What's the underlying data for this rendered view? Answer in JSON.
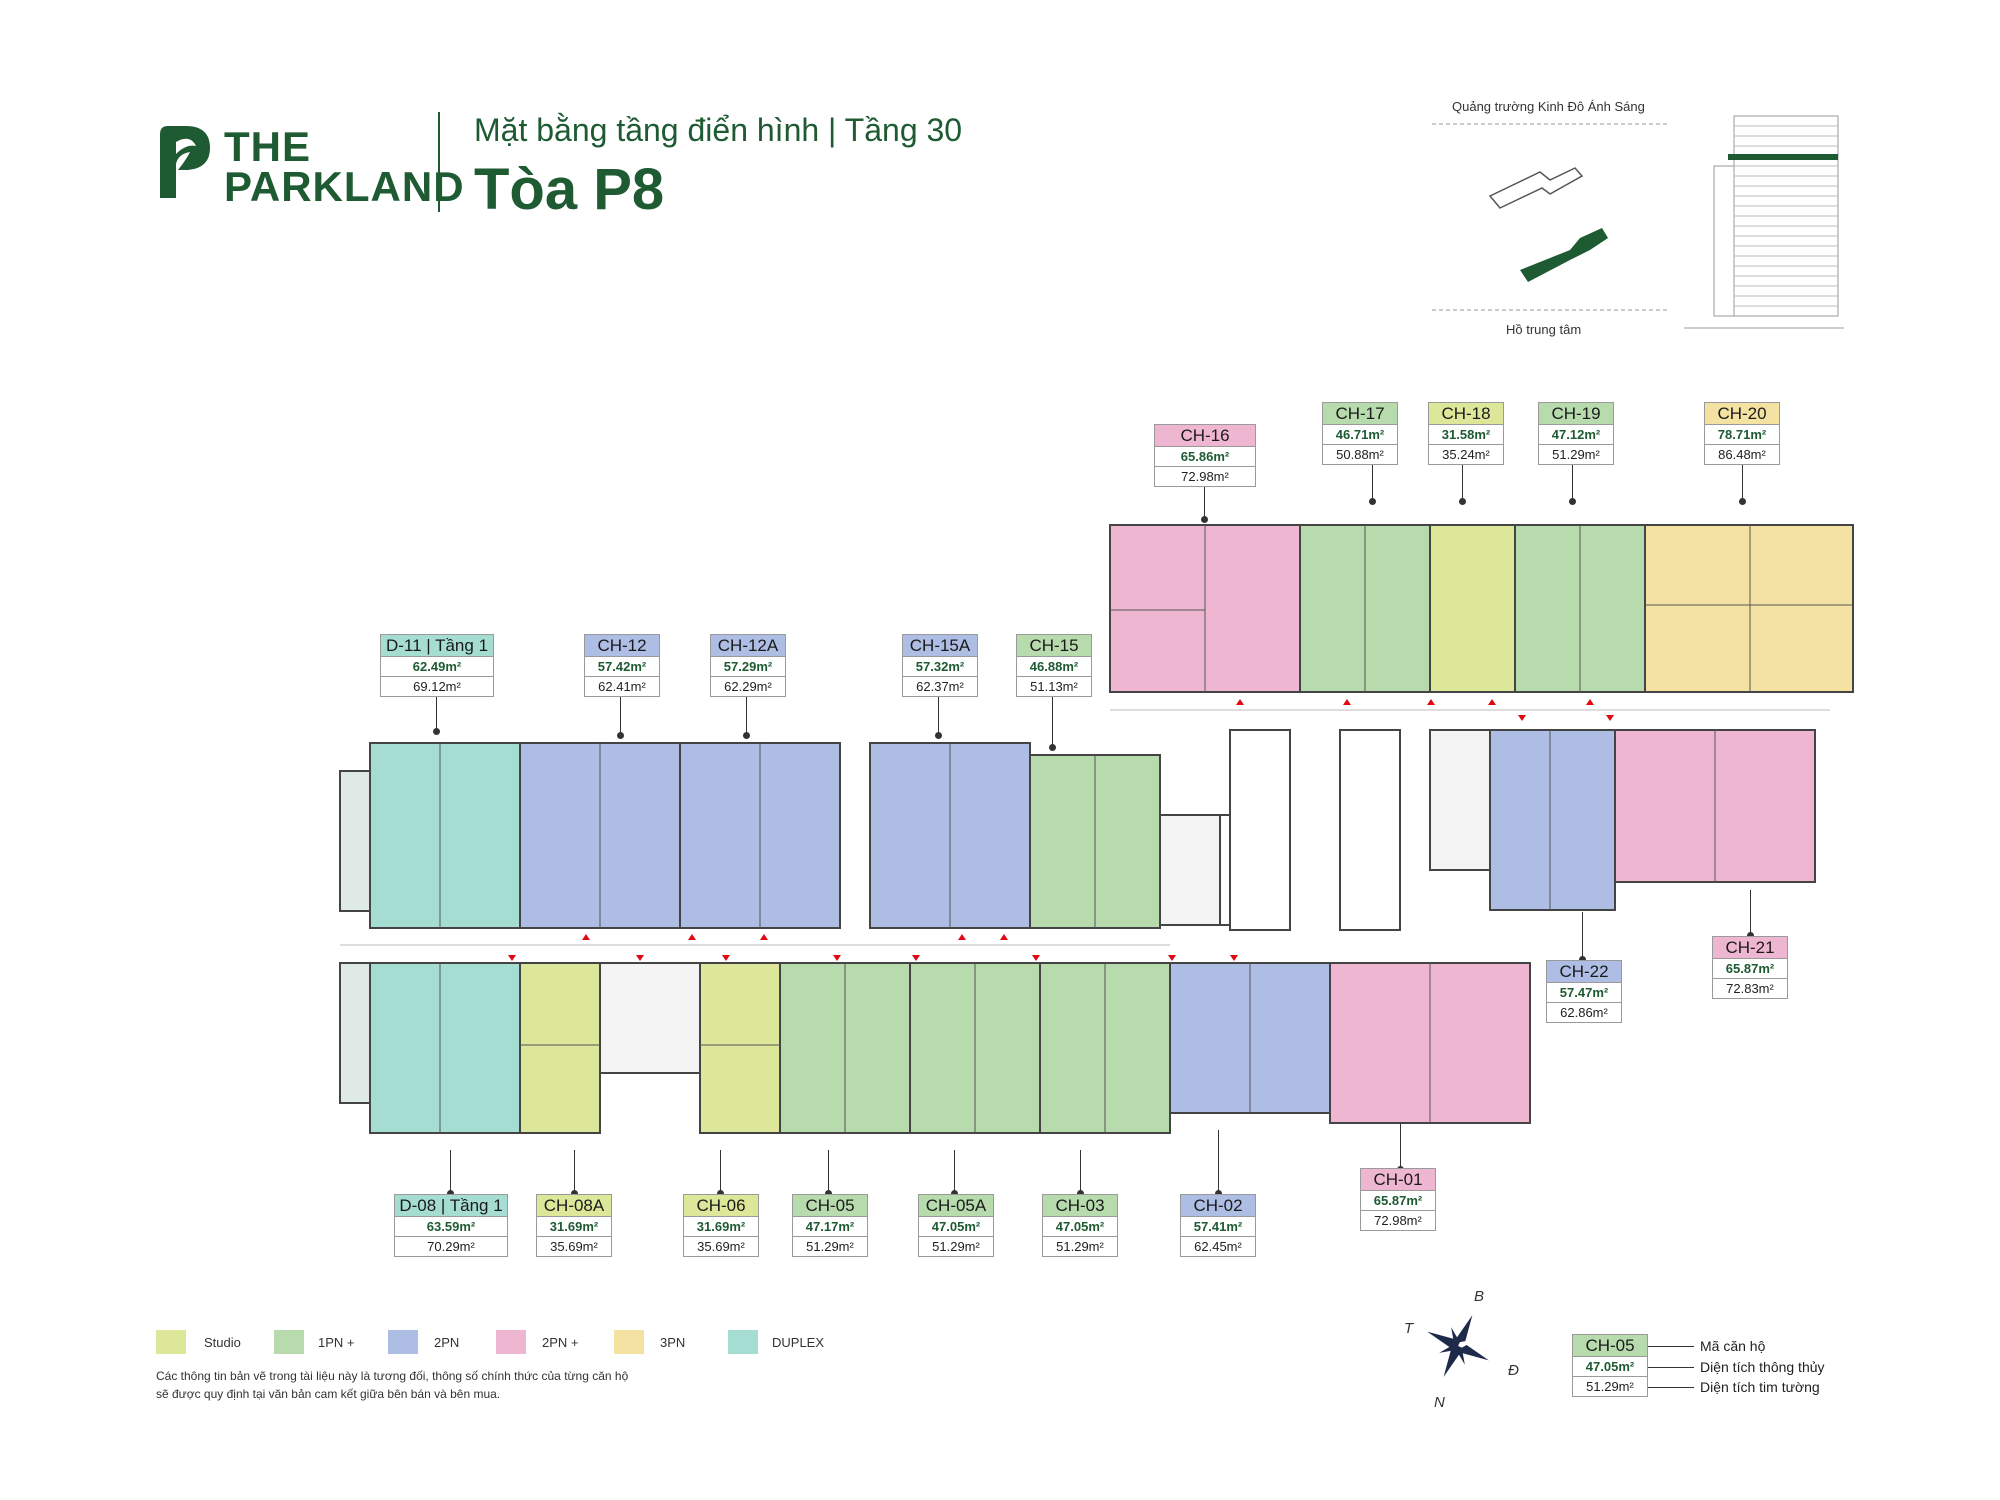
{
  "brand": {
    "line1": "THE",
    "line2": "PARKLAND"
  },
  "header": {
    "subtitle": "Mặt bằng tầng điển hình | Tầng 30",
    "title": "Tòa P8"
  },
  "site_map": {
    "top_label": "Quảng trường Kinh Đô Ánh Sáng",
    "bottom_label": "Hồ trung tâm"
  },
  "colors": {
    "studio": "#dce79a",
    "1pn": "#b7dbad",
    "2pn": "#aebde3",
    "2pn_plus": "#efb6d2",
    "3pn": "#f3e2a2",
    "duplex": "#a6ddd3",
    "brand": "#1e5a32"
  },
  "legend": [
    {
      "label": "Studio",
      "color": "#dce79a"
    },
    {
      "label": "1PN +",
      "color": "#b7dbad"
    },
    {
      "label": "2PN",
      "color": "#aebde3"
    },
    {
      "label": "2PN +",
      "color": "#efb6d2"
    },
    {
      "label": "3PN",
      "color": "#f3e2a2"
    },
    {
      "label": "DUPLEX",
      "color": "#a6ddd3"
    }
  ],
  "note": {
    "line1": "Các thông tin bản vẽ trong tài liệu này là tương đối, thông số chính thức của từng căn hộ",
    "line2": "sẽ được quy định tại văn bản cam kết giữa bên bán và bên mua."
  },
  "units": [
    {
      "code": "CH-16",
      "area_net": "65.86m²",
      "area_gross": "72.98m²",
      "color": "#efb6d2"
    },
    {
      "code": "CH-17",
      "area_net": "46.71m²",
      "area_gross": "50.88m²",
      "color": "#b7dbad"
    },
    {
      "code": "CH-18",
      "area_net": "31.58m²",
      "area_gross": "35.24m²",
      "color": "#dce79a"
    },
    {
      "code": "CH-19",
      "area_net": "47.12m²",
      "area_gross": "51.29m²",
      "color": "#b7dbad"
    },
    {
      "code": "CH-20",
      "area_net": "78.71m²",
      "area_gross": "86.48m²",
      "color": "#f3e2a2"
    },
    {
      "code": "D-11 | Tầng 1",
      "area_net": "62.49m²",
      "area_gross": "69.12m²",
      "color": "#a6ddd3"
    },
    {
      "code": "CH-12",
      "area_net": "57.42m²",
      "area_gross": "62.41m²",
      "color": "#aebde3"
    },
    {
      "code": "CH-12A",
      "area_net": "57.29m²",
      "area_gross": "62.29m²",
      "color": "#aebde3"
    },
    {
      "code": "CH-15A",
      "area_net": "57.32m²",
      "area_gross": "62.37m²",
      "color": "#aebde3"
    },
    {
      "code": "CH-15",
      "area_net": "46.88m²",
      "area_gross": "51.13m²",
      "color": "#b7dbad"
    },
    {
      "code": "CH-22",
      "area_net": "57.47m²",
      "area_gross": "62.86m²",
      "color": "#aebde3"
    },
    {
      "code": "CH-21",
      "area_net": "65.87m²",
      "area_gross": "72.83m²",
      "color": "#efb6d2"
    },
    {
      "code": "CH-01",
      "area_net": "65.87m²",
      "area_gross": "72.98m²",
      "color": "#efb6d2"
    },
    {
      "code": "D-08 | Tầng 1",
      "area_net": "63.59m²",
      "area_gross": "70.29m²",
      "color": "#a6ddd3"
    },
    {
      "code": "CH-08A",
      "area_net": "31.69m²",
      "area_gross": "35.69m²",
      "color": "#dce79a"
    },
    {
      "code": "CH-06",
      "area_net": "31.69m²",
      "area_gross": "35.69m²",
      "color": "#dce79a"
    },
    {
      "code": "CH-05",
      "area_net": "47.17m²",
      "area_gross": "51.29m²",
      "color": "#b7dbad"
    },
    {
      "code": "CH-05A",
      "area_net": "47.05m²",
      "area_gross": "51.29m²",
      "color": "#b7dbad"
    },
    {
      "code": "CH-03",
      "area_net": "47.05m²",
      "area_gross": "51.29m²",
      "color": "#b7dbad"
    },
    {
      "code": "CH-02",
      "area_net": "57.41m²",
      "area_gross": "62.45m²",
      "color": "#aebde3"
    }
  ],
  "key": {
    "sample_code": "CH-05",
    "sample_net": "47.05m²",
    "sample_gross": "51.29m²",
    "code_label": "Mã căn hộ",
    "net_label": "Diện tích thông thủy",
    "gross_label": "Diện tích tim tường"
  },
  "compass": {
    "n": "B",
    "s": "N",
    "e": "Đ",
    "w": "T"
  }
}
